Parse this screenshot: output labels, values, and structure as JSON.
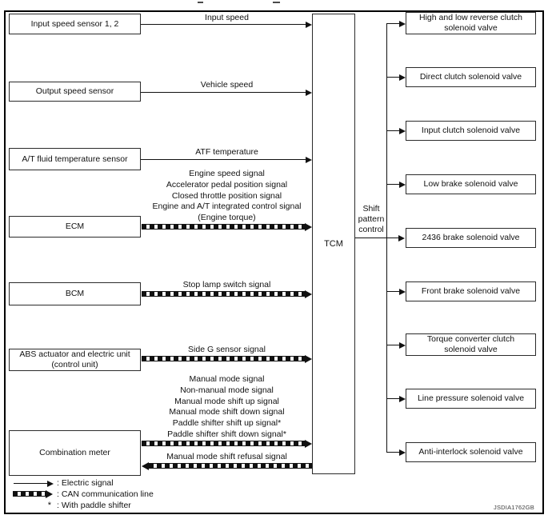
{
  "diagram": {
    "figure_id": "JSDIA1762GB",
    "center_node": "TCM",
    "output_label": "Shift pattern control",
    "inputs": [
      {
        "name": "Input speed sensor 1, 2",
        "type": "electric",
        "signals": [
          "Input speed"
        ]
      },
      {
        "name": "Output speed sensor",
        "type": "electric",
        "signals": [
          "Vehicle speed"
        ]
      },
      {
        "name": "A/T fluid temperature sensor",
        "type": "electric",
        "signals": [
          "ATF temperature"
        ]
      },
      {
        "name": "ECM",
        "type": "can",
        "signals": [
          "Engine speed signal",
          "Accelerator pedal position signal",
          "Closed throttle position signal",
          "Engine and A/T integrated control signal",
          "(Engine torque)"
        ]
      },
      {
        "name": "BCM",
        "type": "can",
        "signals": [
          "Stop lamp switch signal"
        ]
      },
      {
        "name": "ABS actuator and electric unit\n(control unit)",
        "type": "can",
        "signals": [
          "Side G sensor signal"
        ]
      },
      {
        "name": "Combination meter",
        "type": "can",
        "signals": [
          "Manual mode signal",
          "Non-manual mode signal",
          "Manual mode shift up signal",
          "Manual mode shift down signal",
          "Paddle shifter shift up signal*",
          "Paddle shifter shift down signal*"
        ],
        "return_signals": [
          "Manual mode shift refusal signal"
        ]
      }
    ],
    "outputs": [
      "High and low reverse clutch\nsolenoid valve",
      "Direct clutch solenoid valve",
      "Input clutch solenoid valve",
      "Low brake solenoid valve",
      "2436 brake solenoid valve",
      "Front brake solenoid valve",
      "Torque converter clutch\nsolenoid valve",
      "Line pressure solenoid valve",
      "Anti-interlock solenoid valve"
    ],
    "legend": [
      {
        "symbol": "electric-signal-arrow",
        "text": ": Electric signal"
      },
      {
        "symbol": "can-communication-arrow",
        "text": ": CAN communication line"
      },
      {
        "symbol": "asterisk",
        "symbol_text": "*",
        "text": ": With paddle shifter"
      }
    ]
  }
}
